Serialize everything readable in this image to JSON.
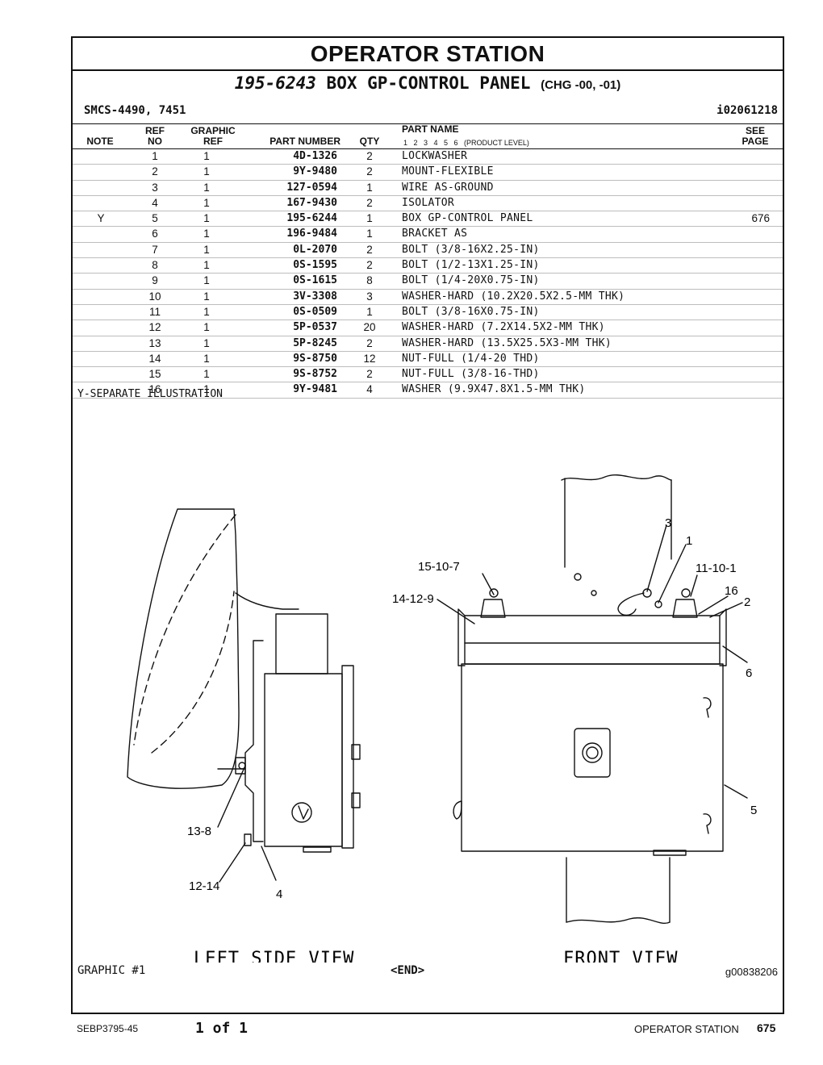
{
  "header": {
    "title": "OPERATOR STATION",
    "part_number": "195-6243",
    "part_desc": "BOX GP-CONTROL PANEL",
    "chg": "(CHG -00, -01)",
    "smcs": "SMCS-4490, 7451",
    "ident": "i02061218"
  },
  "columns": {
    "note": "NOTE",
    "ref_top": "REF",
    "ref_bottom": "NO",
    "graphic_top": "GRAPHIC",
    "graphic_bottom": "REF",
    "part_number": "PART NUMBER",
    "qty": "QTY",
    "part_name": "PART NAME",
    "levels": "1   2   3   4   5   6   (PRODUCT LEVEL)",
    "see_top": "SEE",
    "see_bottom": "PAGE"
  },
  "parts": [
    {
      "note": "",
      "ref": "1",
      "gref": "1",
      "pn": "4D-1326",
      "qty": "2",
      "name": "LOCKWASHER",
      "see": ""
    },
    {
      "note": "",
      "ref": "2",
      "gref": "1",
      "pn": "9Y-9480",
      "qty": "2",
      "name": "MOUNT-FLEXIBLE",
      "see": ""
    },
    {
      "note": "",
      "ref": "3",
      "gref": "1",
      "pn": "127-0594",
      "qty": "1",
      "name": "WIRE AS-GROUND",
      "see": ""
    },
    {
      "note": "",
      "ref": "4",
      "gref": "1",
      "pn": "167-9430",
      "qty": "2",
      "name": "ISOLATOR",
      "see": ""
    },
    {
      "note": "Y",
      "ref": "5",
      "gref": "1",
      "pn": "195-6244",
      "qty": "1",
      "name": "BOX GP-CONTROL PANEL",
      "see": "676"
    },
    {
      "note": "",
      "ref": "6",
      "gref": "1",
      "pn": "196-9484",
      "qty": "1",
      "name": "BRACKET AS",
      "see": ""
    },
    {
      "note": "",
      "ref": "7",
      "gref": "1",
      "pn": "0L-2070",
      "qty": "2",
      "name": "BOLT (3/8-16X2.25-IN)",
      "see": ""
    },
    {
      "note": "",
      "ref": "8",
      "gref": "1",
      "pn": "0S-1595",
      "qty": "2",
      "name": "BOLT (1/2-13X1.25-IN)",
      "see": ""
    },
    {
      "note": "",
      "ref": "9",
      "gref": "1",
      "pn": "0S-1615",
      "qty": "8",
      "name": "BOLT (1/4-20X0.75-IN)",
      "see": ""
    },
    {
      "note": "",
      "ref": "10",
      "gref": "1",
      "pn": "3V-3308",
      "qty": "3",
      "name": "WASHER-HARD (10.2X20.5X2.5-MM THK)",
      "see": ""
    },
    {
      "note": "",
      "ref": "11",
      "gref": "1",
      "pn": "0S-0509",
      "qty": "1",
      "name": "BOLT (3/8-16X0.75-IN)",
      "see": ""
    },
    {
      "note": "",
      "ref": "12",
      "gref": "1",
      "pn": "5P-0537",
      "qty": "20",
      "name": "WASHER-HARD (7.2X14.5X2-MM THK)",
      "see": ""
    },
    {
      "note": "",
      "ref": "13",
      "gref": "1",
      "pn": "5P-8245",
      "qty": "2",
      "name": "WASHER-HARD (13.5X25.5X3-MM THK)",
      "see": ""
    },
    {
      "note": "",
      "ref": "14",
      "gref": "1",
      "pn": "9S-8750",
      "qty": "12",
      "name": "NUT-FULL (1/4-20 THD)",
      "see": ""
    },
    {
      "note": "",
      "ref": "15",
      "gref": "1",
      "pn": "9S-8752",
      "qty": "2",
      "name": "NUT-FULL (3/8-16-THD)",
      "see": ""
    },
    {
      "note": "",
      "ref": "16",
      "gref": "1",
      "pn": "9Y-9481",
      "qty": "4",
      "name": "WASHER (9.9X47.8X1.5-MM THK)",
      "see": ""
    }
  ],
  "note_text": "Y-SEPARATE ILLUSTRATION",
  "drawing": {
    "left_view": "LEFT SIDE VIEW",
    "front_view": "FRONT VIEW",
    "callouts": {
      "c3": "3",
      "c1": "1",
      "c15_10_7": "15-10-7",
      "c11_10_1": "11-10-1",
      "c16": "16",
      "c14_12_9": "14-12-9",
      "c2": "2",
      "c6": "6",
      "c5": "5",
      "c13_8": "13-8",
      "c12_14": "12-14",
      "c4": "4"
    }
  },
  "graphic_label": "GRAPHIC #1",
  "end_label": "<END>",
  "graphic_id": "g00838206",
  "footer": {
    "doc": "SEBP3795-45",
    "pages": "1 of 1",
    "section": "OPERATOR STATION",
    "page": "675"
  }
}
